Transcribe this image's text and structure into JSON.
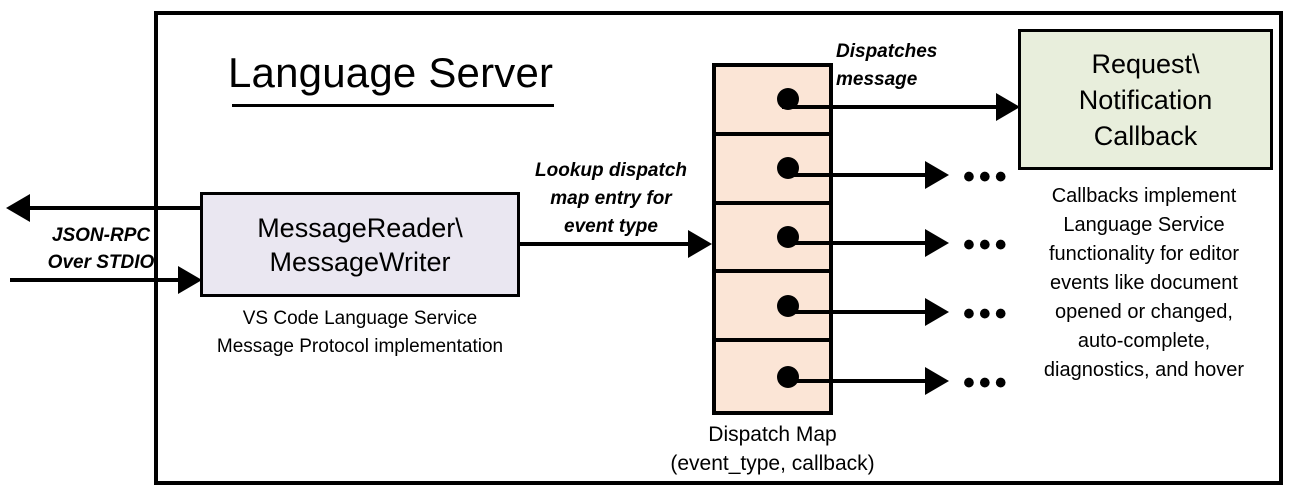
{
  "diagram": {
    "title": "Language Server",
    "frame_label": "Language Server",
    "colors": {
      "message_box_fill": "#EAE7F1",
      "dispatch_map_fill": "#FBE5D6",
      "callback_box_fill": "#E8EEDC",
      "stroke": "#000000",
      "background": "#FFFFFF"
    },
    "message_box": {
      "line1": "MessageReader\\",
      "line2": "MessageWriter",
      "caption_line1": "VS Code Language Service",
      "caption_line2": "Message Protocol implementation"
    },
    "external_io": {
      "label_line1": "JSON-RPC",
      "label_line2": "Over STDIO",
      "outbound_arrow": "arrow-left",
      "inbound_arrow": "arrow-right"
    },
    "lookup_edge": {
      "label_line1": "Lookup dispatch",
      "label_line2": "map entry for",
      "label_line3": "event type"
    },
    "dispatch_edge": {
      "label_line1": "Dispatches",
      "label_line2": "message"
    },
    "dispatch_map": {
      "caption_line1": "Dispatch Map",
      "caption_line2": "(event_type, callback)",
      "row_count": 5,
      "rows": [
        {
          "id": "row-1",
          "marker": "dot",
          "target": "callback-box"
        },
        {
          "id": "row-2",
          "marker": "dot",
          "target": "ellipsis"
        },
        {
          "id": "row-3",
          "marker": "dot",
          "target": "ellipsis"
        },
        {
          "id": "row-4",
          "marker": "dot",
          "target": "ellipsis"
        },
        {
          "id": "row-5",
          "marker": "dot",
          "target": "ellipsis"
        }
      ],
      "ellipsis_glyph": "•••"
    },
    "callback_box": {
      "line1": "Request\\",
      "line2": "Notification",
      "line3": "Callback",
      "caption_line1": "Callbacks implement",
      "caption_line2": "Language Service",
      "caption_line3": "functionality for editor",
      "caption_line4": "events like document",
      "caption_line5": "opened or changed,",
      "caption_line6": "auto-complete,",
      "caption_line7": "diagnostics, and hover"
    }
  }
}
